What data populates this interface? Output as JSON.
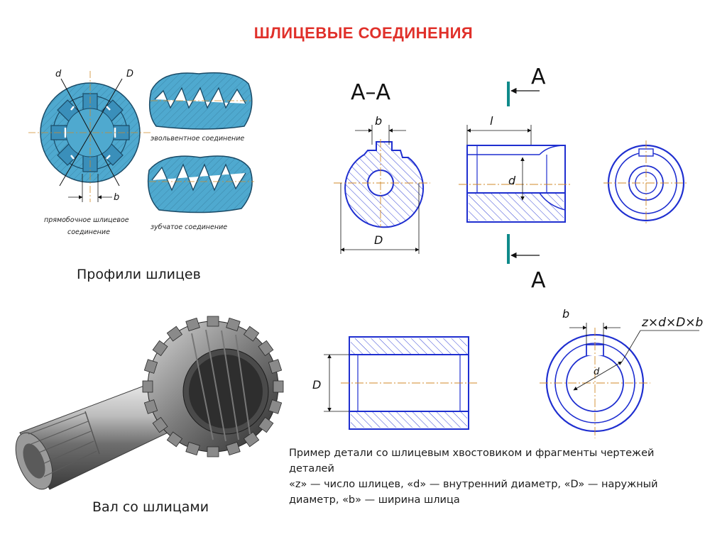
{
  "title": "ШЛИЦЕВЫЕ СОЕДИНЕНИЯ",
  "profiles": {
    "caption": "Профили шлицев",
    "straight_label_line1": "прямобочное шлицевое",
    "straight_label_line2": "соединение",
    "involute_label": "эвольвентное соединение",
    "serrated_label": "зубчатое соединение",
    "dim_d": "d",
    "dim_D": "D",
    "dim_b": "b"
  },
  "drawing_top": {
    "section_label": "А–А",
    "cut_label_top": "А",
    "cut_label_bottom": "А",
    "dim_b": "b",
    "dim_D": "D",
    "dim_l": "l",
    "dim_d": "d"
  },
  "drawing_bottom": {
    "dim_D": "D",
    "dim_b": "b",
    "dim_d": "d",
    "designation": "z×d×D×b"
  },
  "shaft": {
    "caption": "Вал со шлицами"
  },
  "description": {
    "line1": "Пример детали со шлицевым хвостовиком и фрагменты чертежей",
    "line2": "деталей",
    "line3": "«z» — число шлицев, «d» — внутренний диаметр, «D» — наружный",
    "line4": "диаметр, «b» — ширина шлица"
  },
  "colors": {
    "title": "#e0302a",
    "blueprint_line": "#1f2fd0",
    "profile_fill": "#4fa9cf",
    "cut_mark": "#0f8a8a"
  }
}
